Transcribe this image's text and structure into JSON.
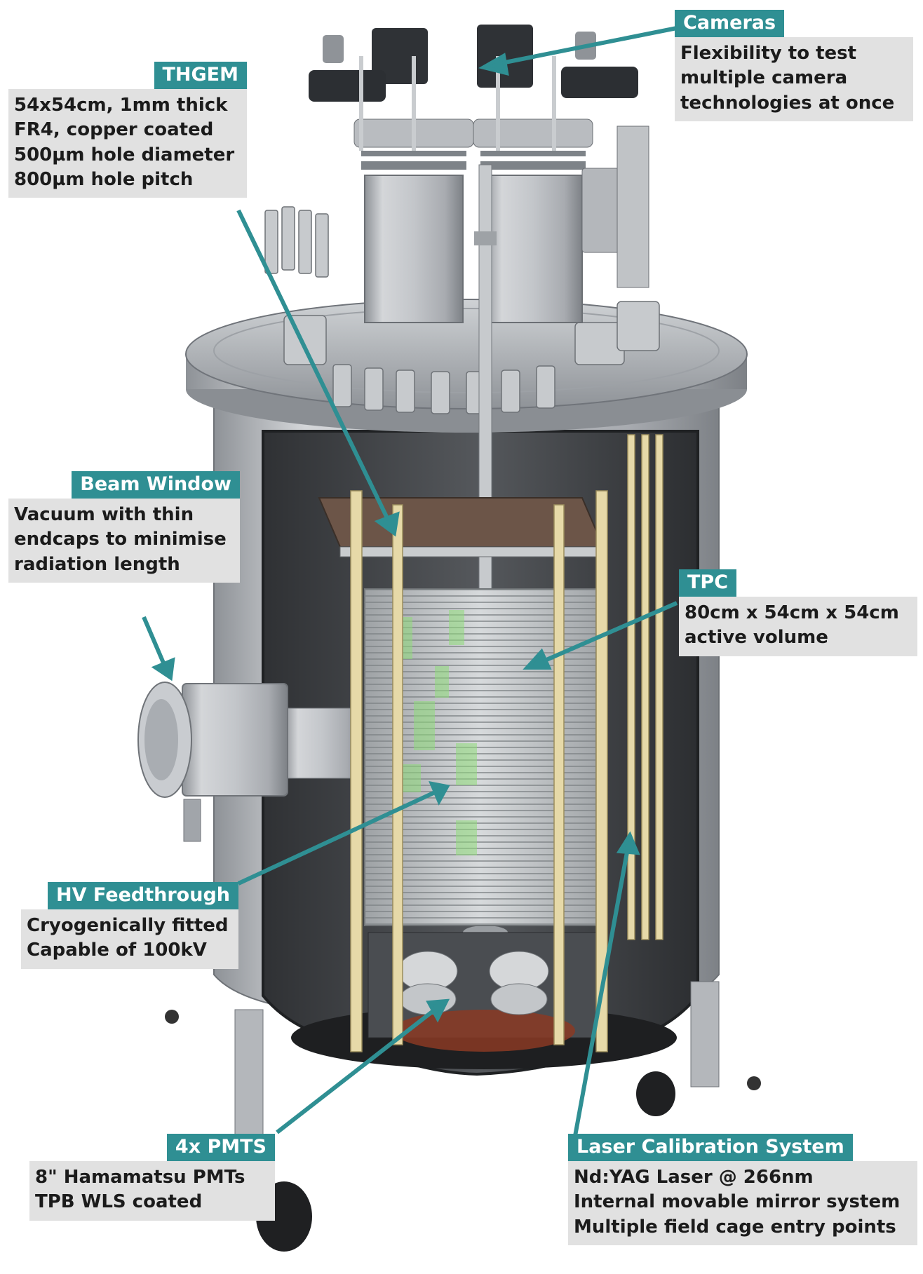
{
  "callouts": {
    "cameras": {
      "title": "Cameras",
      "lines": [
        "Flexibility to test",
        "multiple camera",
        "technologies at once"
      ]
    },
    "thgem": {
      "title": "THGEM",
      "lines": [
        "54x54cm, 1mm thick",
        "FR4, copper coated",
        "500µm hole diameter",
        "800µm hole pitch"
      ]
    },
    "beam_window": {
      "title": "Beam Window",
      "lines": [
        "Vacuum with thin",
        "endcaps to minimise",
        "radiation length"
      ]
    },
    "tpc": {
      "title": "TPC",
      "lines": [
        "80cm x 54cm x 54cm",
        "active volume"
      ]
    },
    "hv_feedthrough": {
      "title": "HV Feedthrough",
      "lines": [
        "Cryogenically fitted",
        "Capable of 100kV"
      ]
    },
    "pmts": {
      "title": "4x PMTS",
      "lines": [
        "8\" Hamamatsu PMTs",
        "TPB WLS coated"
      ]
    },
    "laser": {
      "title": "Laser Calibration System",
      "lines": [
        "Nd:YAG Laser @ 266nm",
        "Internal movable mirror system",
        "Multiple field cage entry points"
      ]
    }
  },
  "colors": {
    "accent": "#2f8f93",
    "label_box": "#e1e1e1",
    "steel": "#b9bcc0",
    "dark_interior": "#3a3c3f",
    "rods": "#e6d9a8",
    "field_cage": "#c8ccce",
    "scint_glow": "#8fdc7a"
  }
}
